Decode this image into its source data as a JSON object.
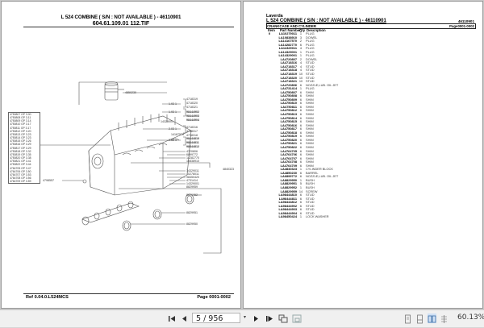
{
  "left_page": {
    "title": "L 524   COMBINE     ( S/N :    NOT AVAILABLE ) - 46110901",
    "subtitle": "604.61.109.01  112.TIF",
    "footer_ref": "Ref   0.04.0.L524MCS",
    "footer_page": "Page    0001-0002",
    "diagram": {
      "liner_part": "4850230",
      "bolt_part": "14329001",
      "stud_part": "14167570",
      "block_part": "4840323",
      "plug_part": "4798557",
      "oversize_table": [
        "4750807  GP  3.00",
        "4750808  GP  3.11",
        "4750809  GP  3.14",
        "4750810  GP  3.17",
        "4750811  GP  3.17",
        "4750812  GP  3.20",
        "4750813  GP  3.23",
        "4750814  GP  3.23",
        "4750815  GP  3.26",
        "4750816  GP  3.29",
        "4750817  GP  3.29",
        "4750818  GP  3.32",
        "4750819  GP  3.35",
        "4750820  GP  3.38",
        "4750821  GP  3.41",
        "4750822  GP  3.44",
        "4764705  GP  3.47",
        "4764706  GP  3.50",
        "4764707  GP  3.53",
        "4764708  GP  3.56",
        "4764709  GP  3.59"
      ],
      "right_labels": [
        "4718319",
        "4718320",
        "4718321",
        "98444902",
        "98444903",
        "98444904",
        "4718316",
        "4718317",
        "4718318",
        "98444810",
        "98444811",
        "98444812",
        "4720806",
        "6899772",
        "14282770",
        "10838910",
        "14329011",
        "10278011",
        "98450420",
        "4731414",
        "14329001",
        "8829959",
        "8829952",
        "8829951",
        "8829950"
      ],
      "dim_labels": [
        "1.93 1",
        "1.93 1",
        "2.03 1",
        "2.13 1"
      ]
    }
  },
  "right_page": {
    "brand": "Laverda",
    "title": "L 524   COMBINE     ( S/N :    NOT AVAILABLE ) - 46110901",
    "doc_number": "46110901",
    "section": "CRANKCASE AND CYLINDER",
    "page_ref": "Page0001-0002",
    "columns": {
      "item": "Item",
      "part_number": "Part Number",
      "qty": "Qty",
      "description": "Description"
    },
    "parts": [
      {
        "item": "0",
        "pn": "LA10279011",
        "qty": "1",
        "desc": "PLUG"
      },
      {
        "item": "",
        "pn": "LA10838910",
        "qty": "3",
        "desc": "DOWEL"
      },
      {
        "item": "",
        "pn": "LA14167570",
        "qty": "2",
        "desc": "PLUG"
      },
      {
        "item": "",
        "pn": "LA14282770",
        "qty": "6",
        "desc": "PLUG"
      },
      {
        "item": "",
        "pn": "LA14329011",
        "qty": "4",
        "desc": "PLUG"
      },
      {
        "item": "",
        "pn": "LA14329001",
        "qty": "1",
        "desc": "PLUG"
      },
      {
        "item": "",
        "pn": "LA14329001",
        "qty": "1",
        "desc": "PLUG"
      },
      {
        "item": "",
        "pn": "LA4720807",
        "qty": "2",
        "desc": "DOWEL"
      },
      {
        "item": "",
        "pn": "LA4718316",
        "qty": "4",
        "desc": "STUD"
      },
      {
        "item": "",
        "pn": "LA4718317",
        "qty": "4",
        "desc": "STUD"
      },
      {
        "item": "",
        "pn": "LA4718318",
        "qty": "4",
        "desc": "STUD"
      },
      {
        "item": "",
        "pn": "LA4718319",
        "qty": "10",
        "desc": "STUD"
      },
      {
        "item": "",
        "pn": "LA4718320",
        "qty": "10",
        "desc": "STUD"
      },
      {
        "item": "",
        "pn": "LA4718321",
        "qty": "10",
        "desc": "STUD"
      },
      {
        "item": "",
        "pn": "LA4720806",
        "qty": "6",
        "desc": "NOZZLE,LUB. OIL JET"
      },
      {
        "item": "",
        "pn": "LA4731414",
        "qty": "1",
        "desc": "PLUG"
      },
      {
        "item": "",
        "pn": "LA4750807",
        "qty": "6",
        "desc": "SHIM"
      },
      {
        "item": "",
        "pn": "LA4750808",
        "qty": "6",
        "desc": "SHIM"
      },
      {
        "item": "",
        "pn": "LA4750809",
        "qty": "6",
        "desc": "SHIM"
      },
      {
        "item": "",
        "pn": "LA4750810",
        "qty": "6",
        "desc": "SHIM"
      },
      {
        "item": "",
        "pn": "LA4750811",
        "qty": "6",
        "desc": "SHIM"
      },
      {
        "item": "",
        "pn": "LA4750812",
        "qty": "6",
        "desc": "SHIM"
      },
      {
        "item": "",
        "pn": "LA4750813",
        "qty": "6",
        "desc": "SHIM"
      },
      {
        "item": "",
        "pn": "LA4750814",
        "qty": "6",
        "desc": "SHIM"
      },
      {
        "item": "",
        "pn": "LA4750815",
        "qty": "6",
        "desc": "SHIM"
      },
      {
        "item": "",
        "pn": "LA4750816",
        "qty": "6",
        "desc": "SHIM"
      },
      {
        "item": "",
        "pn": "LA4750817",
        "qty": "6",
        "desc": "SHIM"
      },
      {
        "item": "",
        "pn": "LA4750818",
        "qty": "6",
        "desc": "SHIM"
      },
      {
        "item": "",
        "pn": "LA4750819",
        "qty": "6",
        "desc": "SHIM"
      },
      {
        "item": "",
        "pn": "LA4750820",
        "qty": "6",
        "desc": "SHIM"
      },
      {
        "item": "",
        "pn": "LA4750821",
        "qty": "6",
        "desc": "SHIM"
      },
      {
        "item": "",
        "pn": "LA4750822",
        "qty": "6",
        "desc": "SHIM"
      },
      {
        "item": "",
        "pn": "LA4764705",
        "qty": "6",
        "desc": "SHIM"
      },
      {
        "item": "",
        "pn": "LA4764706",
        "qty": "6",
        "desc": "SHIM"
      },
      {
        "item": "",
        "pn": "LA4764707",
        "qty": "6",
        "desc": "SHIM"
      },
      {
        "item": "",
        "pn": "LA4764708",
        "qty": "6",
        "desc": "SHIM"
      },
      {
        "item": "",
        "pn": "LA4764709",
        "qty": "6",
        "desc": "SHIM"
      },
      {
        "item": "",
        "pn": "LA4840323",
        "qty": "1",
        "desc": "CYLINDER BLOCK"
      },
      {
        "item": "",
        "pn": "LA4850230",
        "qty": "6",
        "desc": "BARREL"
      },
      {
        "item": "",
        "pn": "LA6899772",
        "qty": "6",
        "desc": "NOZZLE,LUB. OIL JET"
      },
      {
        "item": "",
        "pn": "LA8829950",
        "qty": "1",
        "desc": "BUSH"
      },
      {
        "item": "",
        "pn": "LA8829951",
        "qty": "5",
        "desc": "BUSH"
      },
      {
        "item": "",
        "pn": "LA8829952",
        "qty": "1",
        "desc": "BUSH"
      },
      {
        "item": "",
        "pn": "LA8829959",
        "qty": "14",
        "desc": "SCREW"
      },
      {
        "item": "",
        "pn": "LA98444810",
        "qty": "6",
        "desc": "STUD"
      },
      {
        "item": "",
        "pn": "LA98444811",
        "qty": "6",
        "desc": "STUD"
      },
      {
        "item": "",
        "pn": "LA98444812",
        "qty": "6",
        "desc": "STUD"
      },
      {
        "item": "",
        "pn": "LA98444902",
        "qty": "6",
        "desc": "STUD"
      },
      {
        "item": "",
        "pn": "LA98444903",
        "qty": "6",
        "desc": "STUD"
      },
      {
        "item": "",
        "pn": "LA98444904",
        "qty": "6",
        "desc": "STUD"
      },
      {
        "item": "",
        "pn": "LA98450424",
        "qty": "1",
        "desc": "LOCK WASHER"
      }
    ]
  },
  "toolbar": {
    "first_page_icon": "first-page-icon",
    "prev_page_icon": "prev-page-icon",
    "page_indicator": "5 / 956",
    "next_page_icon": "next-page-icon",
    "last_page_icon": "last-page-icon",
    "zoom_level": "60.13%",
    "accent_color": "#cfe0f5"
  }
}
